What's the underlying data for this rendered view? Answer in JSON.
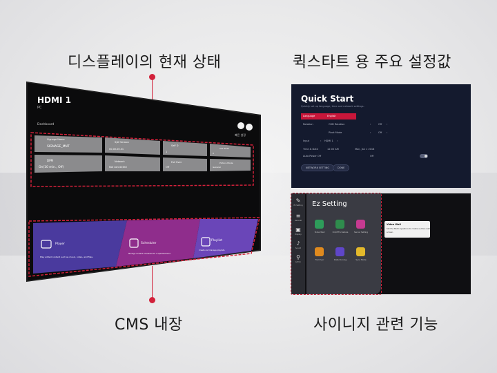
{
  "headings": {
    "display_status": "디스플레이의 현재 상태",
    "quick_start_values": "퀵스타트 용 주요 설정값",
    "cms_builtin": "CMS 내장",
    "signage_features": "사이니지 관련 기능"
  },
  "display": {
    "input": "HDMI 1",
    "input_sub": "PC",
    "dashboard_label": "Dashboard",
    "top_right_text": "빠른 설정",
    "tiles": [
      {
        "title": "Signage Name",
        "value": "SIGNAGE_MNT"
      },
      {
        "title": "S/W Version",
        "value": "00.00.00.01"
      },
      {
        "title": "Self D",
        "value": "1"
      },
      {
        "title": "Set Mode",
        "value": "0"
      },
      {
        "title": "DPM",
        "value": "On(10 min., Off)"
      },
      {
        "title": "Network",
        "value": "Not connected"
      },
      {
        "title": "Fail Over",
        "value": "Off"
      },
      {
        "title": "Picture Mode",
        "value": "General"
      }
    ],
    "cms": [
      {
        "title": "Player",
        "desc": "Play added content such as music, video, and files.",
        "color": "#4a3a9e"
      },
      {
        "title": "Scheduler",
        "desc": "Manage content schedules for a specified time.",
        "color": "#8f2d8c"
      },
      {
        "title": "Playlist",
        "desc": "Create and manage playlists.",
        "color": "#6a46b8"
      }
    ]
  },
  "quick_start": {
    "title": "Quick Start",
    "subtitle": "Quickly set up language, time and network settings.",
    "rows": [
      {
        "label": "Language",
        "value": "English",
        "selected": true
      },
      {
        "label": "Rotation",
        "value": "OSD Rotation",
        "extra": "Off"
      },
      {
        "label": "",
        "value": "Pivot Mode",
        "extra": "Off"
      },
      {
        "label": "Input",
        "value": "HDMI 1"
      },
      {
        "label": "Time & Date",
        "value": "12:00 AM",
        "extra": "Mon, Jan 1 2018"
      },
      {
        "label": "Auto Power Off",
        "value": "",
        "extra": "Off"
      }
    ],
    "buttons": [
      "NETWORK SETTING",
      "DONE"
    ]
  },
  "ez_setting": {
    "title": "Ez Setting",
    "sidebar": [
      {
        "icon": "✎",
        "label": "Ez Setting"
      },
      {
        "icon": "≡",
        "label": "General"
      },
      {
        "icon": "▣",
        "label": "Display"
      },
      {
        "icon": "♪",
        "label": "Sound"
      },
      {
        "icon": "⚲",
        "label": "Admin"
      }
    ],
    "apps": [
      {
        "label": "Video Wall",
        "color": "#2e9c5a"
      },
      {
        "label": "On/Off Schedule",
        "color": "#2f8c4d"
      },
      {
        "label": "Server Setting",
        "color": "#c63a91"
      },
      {
        "label": "Fail Over",
        "color": "#e08a1e"
      },
      {
        "label": "Data Cloning",
        "color": "#5f46c9"
      },
      {
        "label": "Sync Mode",
        "color": "#e3b92b"
      }
    ],
    "tooltip": {
      "title": "Video Wall",
      "line1": "Set the Multi signature to create a video wall",
      "line2": "screen."
    }
  },
  "colors": {
    "accent": "#d2213a"
  }
}
